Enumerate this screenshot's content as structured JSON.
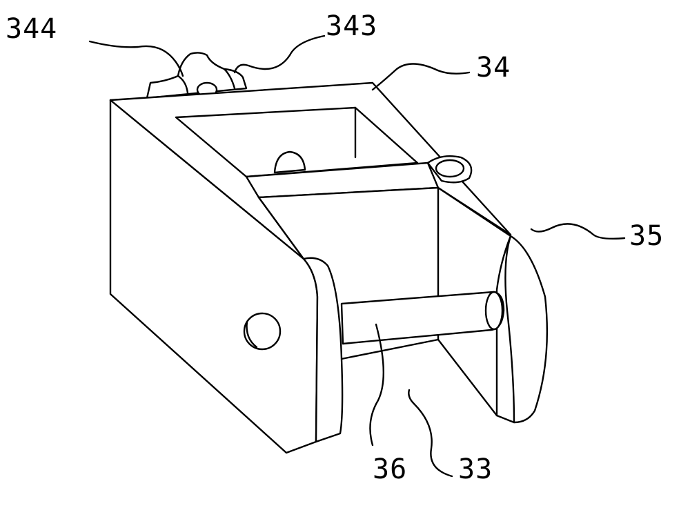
{
  "figure": {
    "labels": {
      "part_344": "344",
      "part_343": "343",
      "part_34": "34",
      "part_35": "35",
      "part_36": "36",
      "part_33": "33"
    }
  }
}
